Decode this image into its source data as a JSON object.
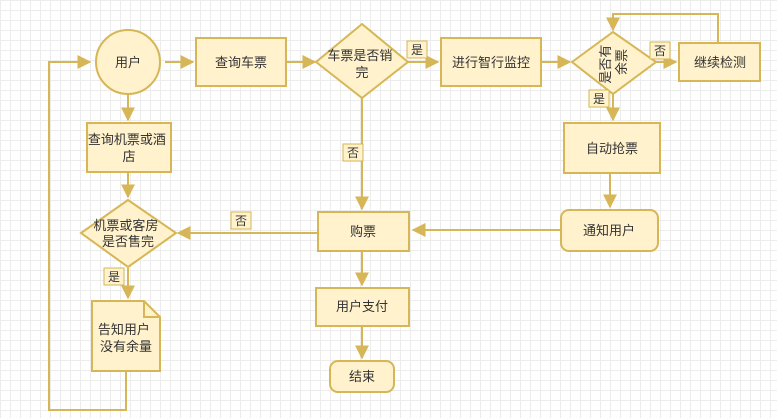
{
  "diagram": {
    "colors": {
      "fill": "#fff2cc",
      "stroke": "#d6b656",
      "edge": "#d6b656",
      "text": "#333333",
      "label_fill": "#fff2cc"
    },
    "nodes": {
      "user": {
        "lines": [
          "用户"
        ]
      },
      "query_ticket": {
        "lines": [
          "查询车票"
        ]
      },
      "ticket_sold_out": {
        "lines": [
          "车票是否销",
          "完"
        ]
      },
      "smart_monitor": {
        "lines": [
          "进行智行监控"
        ]
      },
      "has_remaining": {
        "lines": [
          "是否有",
          "余票"
        ]
      },
      "keep_checking": {
        "lines": [
          "继续检测"
        ]
      },
      "auto_grab": {
        "lines": [
          "自动抢票"
        ]
      },
      "notify_user": {
        "lines": [
          "通知用户"
        ]
      },
      "buy_ticket": {
        "lines": [
          "购票"
        ]
      },
      "user_pay": {
        "lines": [
          "用户支付"
        ]
      },
      "finish": {
        "lines": [
          "结束"
        ]
      },
      "query_plane_hotel": {
        "lines": [
          "查询机票或酒",
          "店"
        ]
      },
      "plane_room_sold_out": {
        "lines": [
          "机票或客房",
          "是否售完"
        ]
      },
      "tell_no_remaining": {
        "lines": [
          "告知用户",
          "没有余量"
        ]
      }
    },
    "edge_labels": {
      "yes_to_monitor": "是",
      "no_to_buy": "否",
      "no_keep_checking": "否",
      "yes_auto_grab": "是",
      "no_plane_to_buy": "否",
      "yes_tell_user": "是"
    }
  }
}
